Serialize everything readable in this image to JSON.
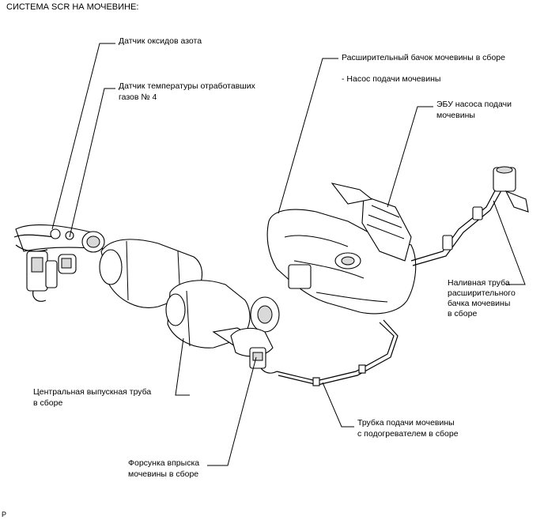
{
  "title": "СИСТЕМА SCR НА МОЧЕВИНЕ:",
  "figure_id": "P",
  "labels": {
    "nox_sensor": "Датчик оксидов азота",
    "temp_sensor_line1": "Датчик температуры отработавших",
    "temp_sensor_line2": "газов № 4",
    "tank_line1": "Расширительный бачок мочевины в сборе",
    "tank_line2": "- Насос подачи мочевины",
    "ecu_line1": "ЭБУ насоса подачи",
    "ecu_line2": "мочевины",
    "filler_line1": "Наливная труба",
    "filler_line2": "расширительного",
    "filler_line3": "бачка мочевины",
    "filler_line4": "в сборе",
    "center_pipe_line1": "Центральная выпускная труба",
    "center_pipe_line2": "в сборе",
    "injector_line1": "Форсунка впрыска",
    "injector_line2": "мочевины в сборе",
    "hose_line1": "Трубка подачи мочевины",
    "hose_line2": "с подогревателем в сборе"
  }
}
